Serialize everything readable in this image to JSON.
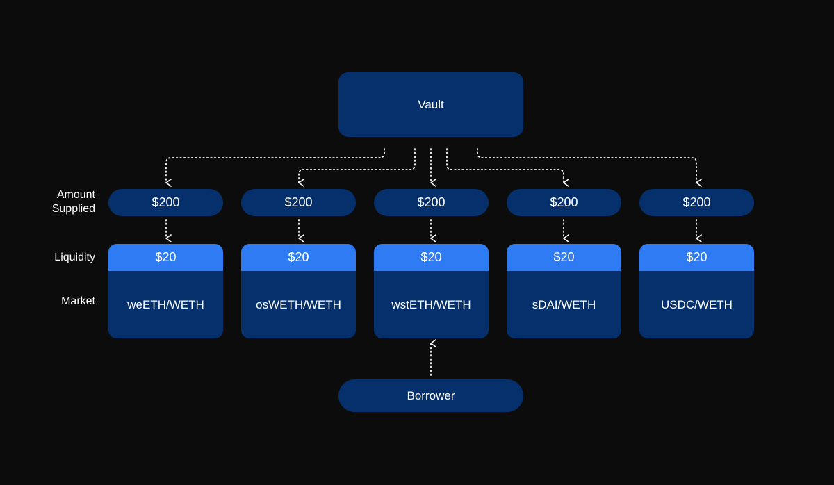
{
  "vault": {
    "label": "Vault"
  },
  "row_labels": {
    "amount_line1": "Amount",
    "amount_line2": "Supplied",
    "liquidity": "Liquidity",
    "market": "Market"
  },
  "columns": [
    {
      "amount": "$200",
      "liquidity": "$20",
      "market": "weETH/WETH"
    },
    {
      "amount": "$200",
      "liquidity": "$20",
      "market": "osWETH/WETH"
    },
    {
      "amount": "$200",
      "liquidity": "$20",
      "market": "wstETH/WETH"
    },
    {
      "amount": "$200",
      "liquidity": "$20",
      "market": "sDAI/WETH"
    },
    {
      "amount": "$200",
      "liquidity": "$20",
      "market": "USDC/WETH"
    }
  ],
  "borrower": {
    "label": "Borrower"
  },
  "colors": {
    "background": "#0c0c0c",
    "box_dark_blue": "#06306b",
    "liquidity_blue": "#2f7bf4",
    "connector": "#ffffff"
  }
}
